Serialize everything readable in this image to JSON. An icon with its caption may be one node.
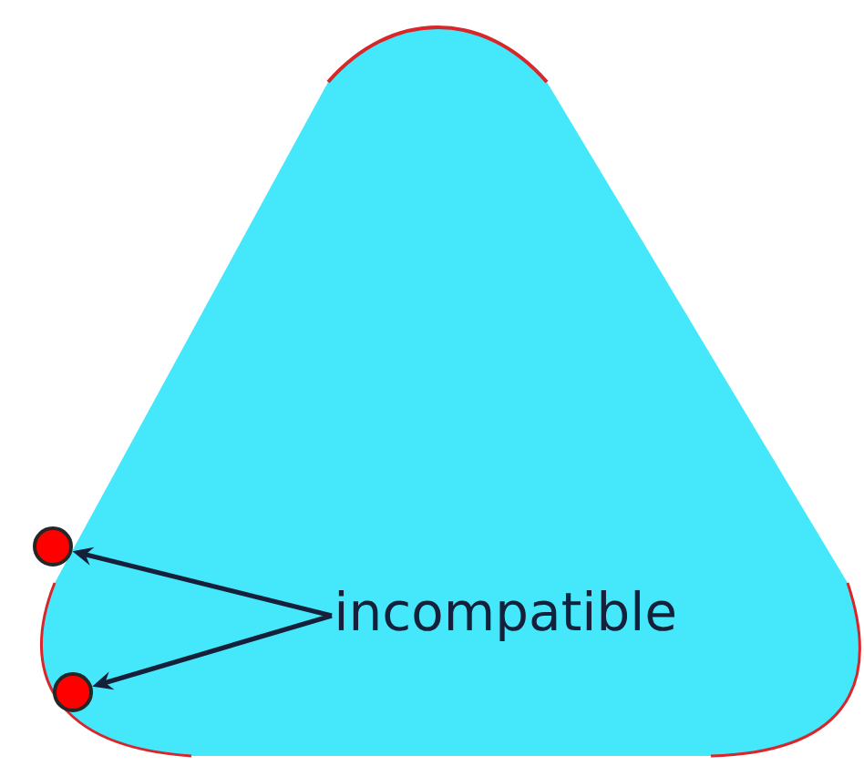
{
  "diagram": {
    "nodes": [
      {
        "text": [
          "incompatible"
        ]
      },
      {
        "text": [],
        "shape": "circle"
      },
      {
        "text": [],
        "shape": "circle"
      }
    ],
    "edges": [
      {
        "from": 0,
        "to": 1,
        "arrow": "to"
      },
      {
        "from": 0,
        "to": 2,
        "arrow": "to"
      }
    ]
  }
}
